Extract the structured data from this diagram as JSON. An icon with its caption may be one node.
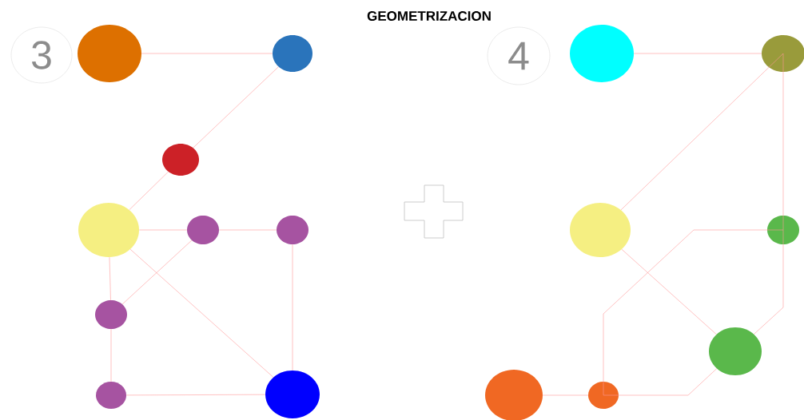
{
  "diagram": {
    "title": "GEOMETRIZACION",
    "nodes": [
      {
        "text": [
          "3"
        ]
      },
      {
        "text": [],
        "shape": "circle"
      },
      {
        "text": [],
        "shape": "circle"
      },
      {
        "text": [],
        "shape": "circle"
      },
      {
        "text": [],
        "shape": "circle"
      },
      {
        "text": [],
        "shape": "circle"
      },
      {
        "text": [],
        "shape": "circle"
      },
      {
        "text": [],
        "shape": "circle"
      },
      {
        "text": [],
        "shape": "circle"
      },
      {
        "text": [],
        "shape": "circle"
      },
      {
        "text": [
          "4"
        ]
      },
      {
        "text": [],
        "shape": "circle"
      },
      {
        "text": [],
        "shape": "circle"
      },
      {
        "text": [],
        "shape": "circle"
      },
      {
        "text": [],
        "shape": "circle"
      },
      {
        "text": [],
        "shape": "circle"
      },
      {
        "text": [],
        "shape": "circle"
      },
      {
        "text": [],
        "shape": "circle"
      }
    ],
    "edges": [
      {
        "from": 1,
        "to": 2,
        "arrow": "none"
      },
      {
        "from": 2,
        "to": 3,
        "arrow": "none"
      },
      {
        "from": 3,
        "to": 4,
        "arrow": "none"
      },
      {
        "from": 4,
        "to": 5,
        "arrow": "none"
      },
      {
        "from": 5,
        "to": 6,
        "arrow": "none"
      },
      {
        "from": 5,
        "to": 7,
        "arrow": "none"
      },
      {
        "from": 4,
        "to": 7,
        "arrow": "none"
      },
      {
        "from": 4,
        "to": 9,
        "arrow": "none"
      },
      {
        "from": 6,
        "to": 9,
        "arrow": "none"
      },
      {
        "from": 7,
        "to": 8,
        "arrow": "none"
      },
      {
        "from": 8,
        "to": 9,
        "arrow": "none"
      },
      {
        "from": 11,
        "to": 12,
        "arrow": "none"
      },
      {
        "from": 12,
        "to": 13,
        "arrow": "none"
      },
      {
        "from": 12,
        "to": 14,
        "arrow": "none"
      },
      {
        "from": 14,
        "to": 17,
        "arrow": "none"
      },
      {
        "from": 14,
        "to": 16,
        "arrow": "none"
      },
      {
        "from": 13,
        "to": 17,
        "arrow": "none"
      },
      {
        "from": 15,
        "to": 16,
        "arrow": "none"
      },
      {
        "from": 16,
        "to": 17,
        "arrow": "none"
      }
    ]
  }
}
